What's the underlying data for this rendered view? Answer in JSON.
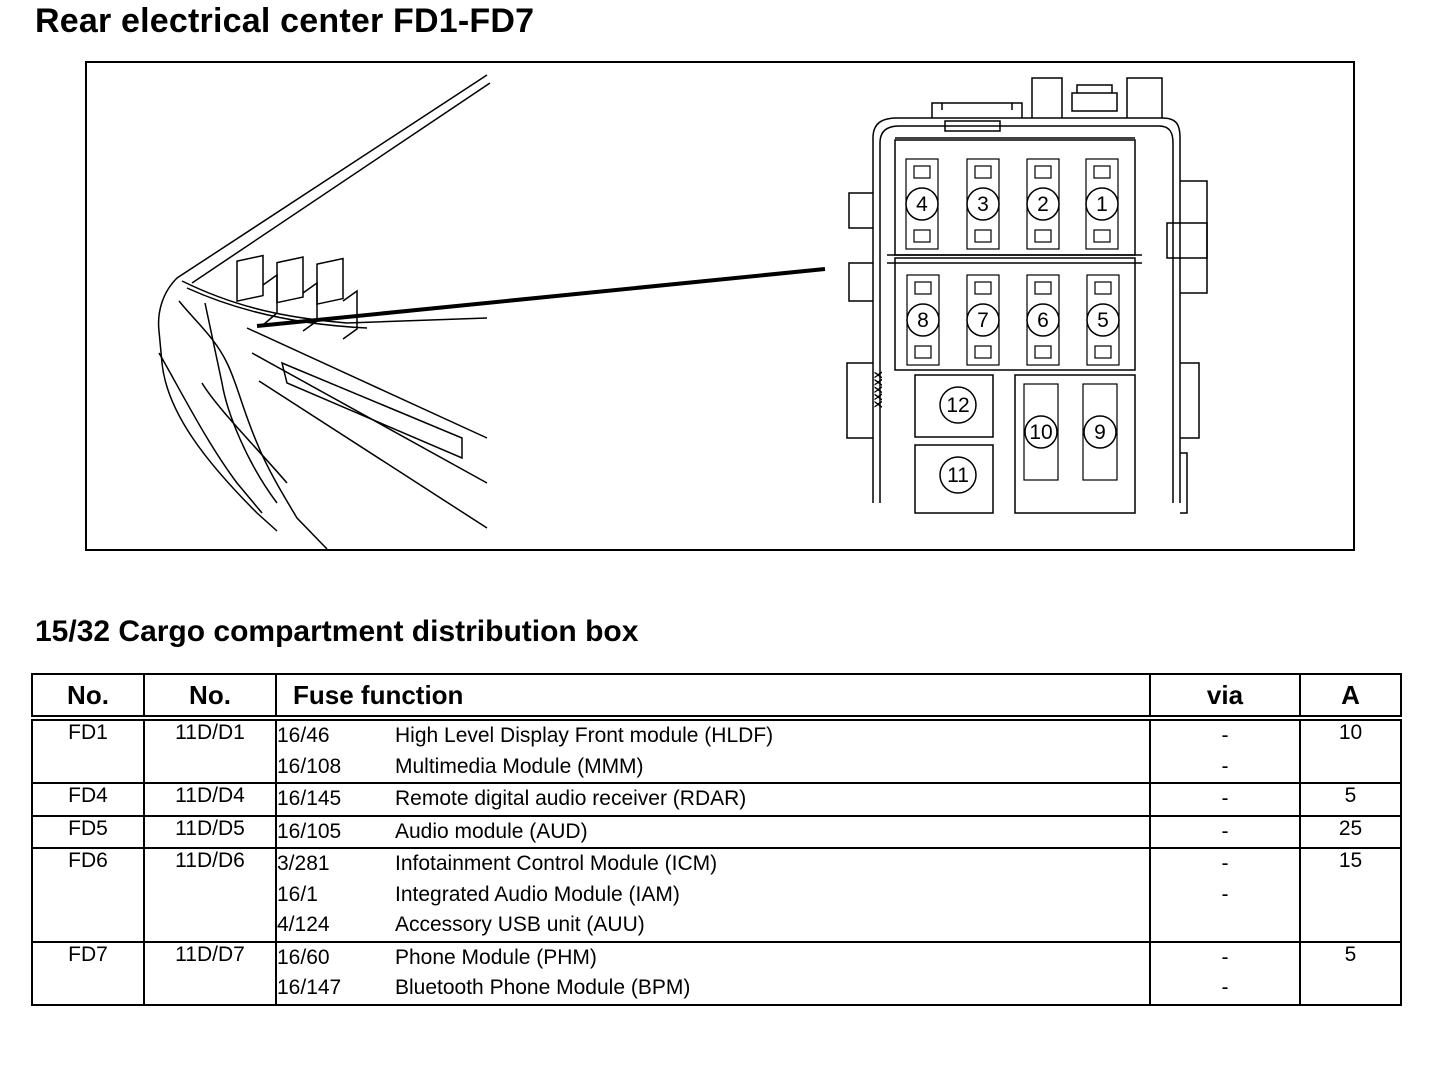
{
  "title": "Rear electrical center FD1-FD7",
  "subtitle": "15/32 Cargo compartment distribution box",
  "figure": {
    "fuse_numbers": [
      "4",
      "3",
      "2",
      "1",
      "8",
      "7",
      "6",
      "5",
      "12",
      "10",
      "9",
      "11"
    ],
    "slot_labels": [
      "XXXXX"
    ]
  },
  "table": {
    "headers": [
      "No.",
      "No.",
      "Fuse function",
      "via",
      "A"
    ],
    "rows": [
      {
        "no": "FD1",
        "no2": "11D/D1",
        "amp": "10",
        "functions": [
          {
            "code": "16/46",
            "desc": "High Level Display Front module (HLDF)",
            "via": "-"
          },
          {
            "code": "16/108",
            "desc": "Multimedia Module (MMM)",
            "via": "-"
          }
        ]
      },
      {
        "no": "FD4",
        "no2": "11D/D4",
        "amp": "5",
        "functions": [
          {
            "code": "16/145",
            "desc": "Remote digital audio receiver (RDAR)",
            "via": "-"
          }
        ]
      },
      {
        "no": "FD5",
        "no2": "11D/D5",
        "amp": "25",
        "functions": [
          {
            "code": "16/105",
            "desc": "Audio module (AUD)",
            "via": "-"
          }
        ]
      },
      {
        "no": "FD6",
        "no2": "11D/D6",
        "amp": "15",
        "functions": [
          {
            "code": "3/281",
            "desc": "Infotainment Control Module (ICM)",
            "via": "-"
          },
          {
            "code": "16/1",
            "desc": "Integrated Audio Module (IAM)",
            "via": "-"
          },
          {
            "code": "4/124",
            "desc": "Accessory USB unit (AUU)",
            "via": ""
          }
        ]
      },
      {
        "no": "FD7",
        "no2": "11D/D7",
        "amp": "5",
        "functions": [
          {
            "code": "16/60",
            "desc": "Phone Module (PHM)",
            "via": "-"
          },
          {
            "code": "16/147",
            "desc": "Bluetooth Phone Module (BPM)",
            "via": "-"
          }
        ]
      }
    ]
  }
}
